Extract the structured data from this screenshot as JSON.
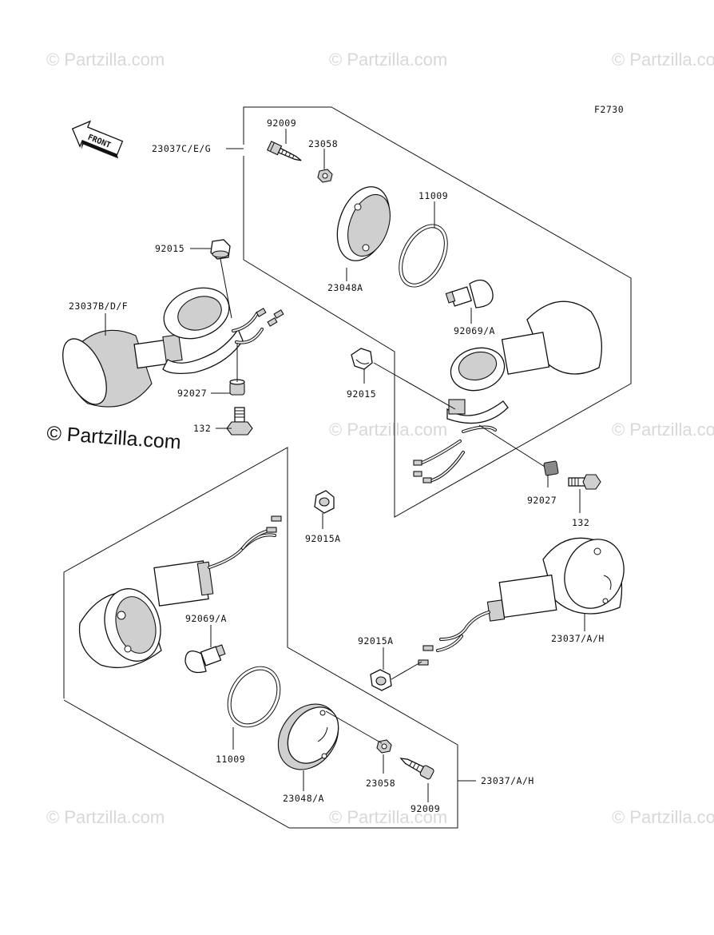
{
  "figure_code": "F2730",
  "front_arrow_label": "FRONT",
  "watermark_text": "© Partzilla.com",
  "labels": {
    "l_23037ceg": "23037C/E/G",
    "l_92009_top": "92009",
    "l_23058_top": "23058",
    "l_11009_top": "11009",
    "l_23048a_top": "23048A",
    "l_92069a_top": "92069/A",
    "l_92015_left": "92015",
    "l_23037bdf": "23037B/D/F",
    "l_92027_left": "92027",
    "l_132_left": "132",
    "l_92015_mid": "92015",
    "l_92027_right": "92027",
    "l_132_right": "132",
    "l_92015a_mid": "92015A",
    "l_92069a_bot": "92069/A",
    "l_92015a_right": "92015A",
    "l_23037ah_right": "23037/A/H",
    "l_11009_bot": "11009",
    "l_23048a_bot": "23048/A",
    "l_23058_bot": "23058",
    "l_92009_bot": "92009",
    "l_23037ah_bot": "23037/A/H"
  },
  "colors": {
    "ink": "#111111",
    "watermark": "#d8d8d8",
    "shade": "#cfcfcf"
  }
}
